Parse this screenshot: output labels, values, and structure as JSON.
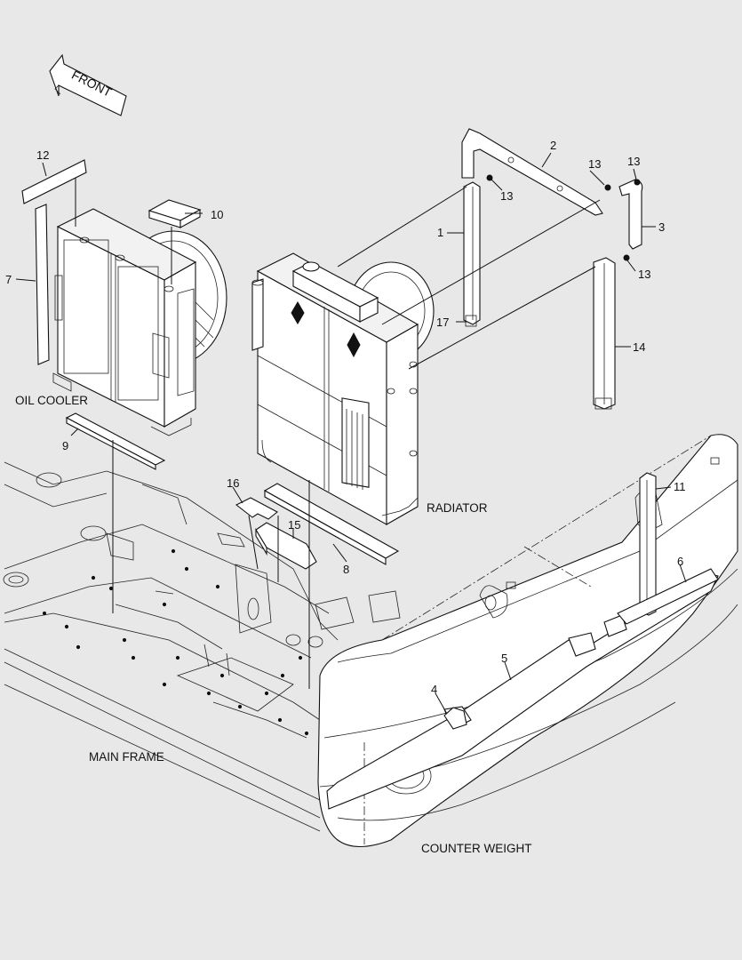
{
  "direction": {
    "label": "FRONT"
  },
  "assemblies": {
    "oil_cooler": "OIL COOLER",
    "radiator": "RADIATOR",
    "main_frame": "MAIN FRAME",
    "counter_weight": "COUNTER WEIGHT"
  },
  "callouts": {
    "c1": "1",
    "c2": "2",
    "c3": "3",
    "c4": "4",
    "c5": "5",
    "c6": "6",
    "c7": "7",
    "c8": "8",
    "c9": "9",
    "c10": "10",
    "c11": "11",
    "c12": "12",
    "c13a": "13",
    "c13b": "13",
    "c13c": "13",
    "c13d": "13",
    "c14": "14",
    "c15": "15",
    "c16": "16",
    "c17": "17"
  }
}
